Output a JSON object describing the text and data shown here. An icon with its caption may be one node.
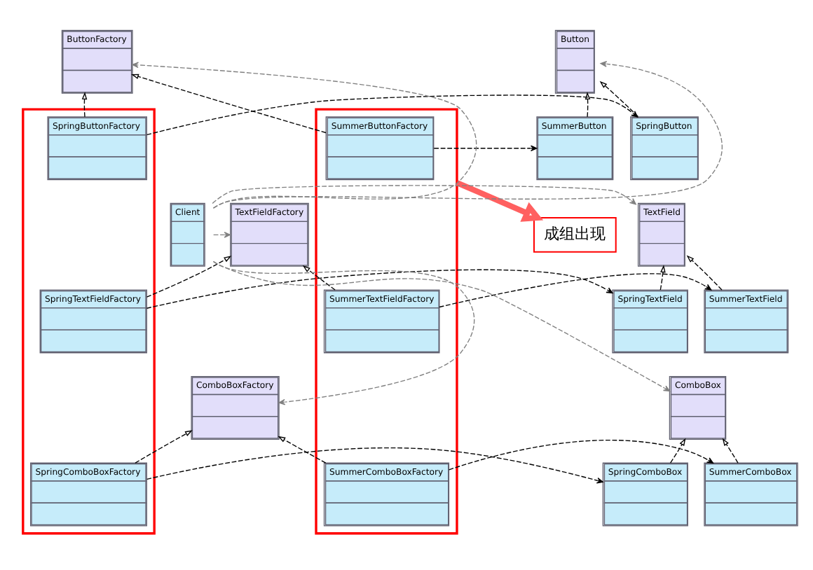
{
  "diagram": {
    "nodes": [
      {
        "text": [
          "ButtonFactory"
        ]
      },
      {
        "text": [
          "Button"
        ]
      },
      {
        "text": [],
        "shape": "box"
      },
      {
        "text": [],
        "shape": "box"
      },
      {
        "text": [
          "SpringButtonFactory"
        ],
        "in": 2
      },
      {
        "text": [
          "SummerButtonFactory"
        ],
        "in": 3
      },
      {
        "text": [
          "SpringButton"
        ]
      },
      {
        "text": [
          "SummerButton"
        ]
      },
      {
        "text": [
          "TextFieldFactory"
        ]
      },
      {
        "text": [
          "TextField"
        ]
      },
      {
        "text": [
          "成组出现"
        ]
      },
      {
        "text": [
          "Client"
        ]
      },
      {
        "text": [
          "SpringTextFieldFactory"
        ],
        "in": 2
      },
      {
        "text": [
          "SummerTextFieldFactory"
        ],
        "in": 3
      },
      {
        "text": [
          "SpringTextField"
        ]
      },
      {
        "text": [
          "SummerTextField"
        ]
      },
      {
        "text": [
          "ComboBoxFactory"
        ]
      },
      {
        "text": [
          "ComboBox"
        ]
      },
      {
        "text": [
          "SpringComboBoxFactory"
        ],
        "in": 2
      },
      {
        "text": [
          "SummerComboBoxFactory"
        ],
        "in": 3
      },
      {
        "text": [
          "SpringComboBox"
        ]
      },
      {
        "text": [
          "SummerComboBox"
        ]
      }
    ],
    "edges": [
      {
        "from": 11,
        "to": 0,
        "arrow": "to",
        "style": "dashed",
        "color": "#808080"
      },
      {
        "from": 11,
        "to": 1,
        "arrow": "to",
        "style": "dashed",
        "color": "#808080"
      },
      {
        "from": 11,
        "to": 8,
        "arrow": "to",
        "style": "dashed",
        "color": "#808080"
      },
      {
        "from": 11,
        "to": 9,
        "arrow": "to",
        "style": "dashed",
        "color": "#808080"
      },
      {
        "from": 11,
        "to": 16,
        "arrow": "to",
        "style": "dashed",
        "color": "#808080"
      },
      {
        "from": 11,
        "to": 17,
        "arrow": "to",
        "style": "dashed",
        "color": "#808080"
      },
      {
        "from": 4,
        "to": 0,
        "arrow": "to",
        "style": "dashed"
      },
      {
        "from": 5,
        "to": 0,
        "arrow": "to",
        "style": "dashed"
      },
      {
        "from": 6,
        "to": 1,
        "arrow": "to",
        "style": "dashed"
      },
      {
        "from": 7,
        "to": 1,
        "arrow": "to",
        "style": "dashed"
      },
      {
        "from": 12,
        "to": 8,
        "arrow": "to",
        "style": "dashed"
      },
      {
        "from": 13,
        "to": 8,
        "arrow": "to",
        "style": "dashed"
      },
      {
        "from": 14,
        "to": 9,
        "arrow": "to",
        "style": "dashed"
      },
      {
        "from": 15,
        "to": 9,
        "arrow": "to",
        "style": "dashed"
      },
      {
        "from": 18,
        "to": 16,
        "arrow": "to",
        "style": "dashed"
      },
      {
        "from": 19,
        "to": 16,
        "arrow": "to",
        "style": "dashed"
      },
      {
        "from": 20,
        "to": 17,
        "arrow": "to",
        "style": "dashed"
      },
      {
        "from": 21,
        "to": 17,
        "arrow": "to",
        "style": "dashed"
      },
      {
        "from": 4,
        "to": 6,
        "arrow": "to",
        "style": "dashed"
      },
      {
        "from": 5,
        "to": 7,
        "arrow": "to",
        "style": "dashed"
      },
      {
        "from": 12,
        "to": 14,
        "arrow": "to",
        "style": "dashed"
      },
      {
        "from": 13,
        "to": 15,
        "arrow": "to",
        "style": "dashed"
      },
      {
        "from": 18,
        "to": 20,
        "arrow": "to",
        "style": "dashed"
      },
      {
        "from": 19,
        "to": 21,
        "arrow": "to",
        "style": "dashed"
      },
      {
        "from": 3,
        "to": 10,
        "arrow": "to",
        "style": "thick",
        "color": "#ff6060"
      }
    ]
  }
}
